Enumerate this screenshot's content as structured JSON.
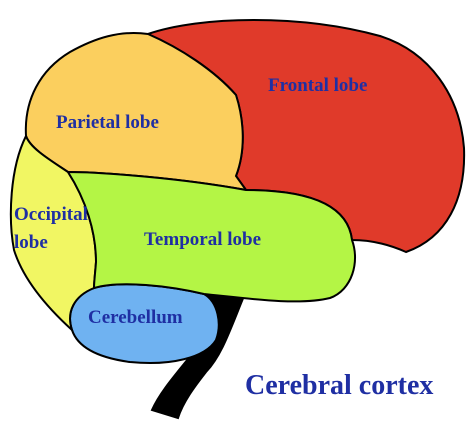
{
  "colors": {
    "frontal": "#e03a2a",
    "parietal": "#fbcf5e",
    "occipital": "#f1f663",
    "temporal": "#b4f545",
    "cerebellum": "#6fb2f1",
    "brainstem": "#000000",
    "outline": "#000000",
    "label_text": "#1f2fa3",
    "background": "#ffffff"
  },
  "labels": {
    "frontal": "Frontal lobe",
    "parietal": "Parietal lobe",
    "occipital_line1": "Occipital",
    "occipital_line2": "lobe",
    "temporal": "Temporal lobe",
    "cerebellum": "Cerebellum"
  },
  "caption": "Cerebral cortex"
}
